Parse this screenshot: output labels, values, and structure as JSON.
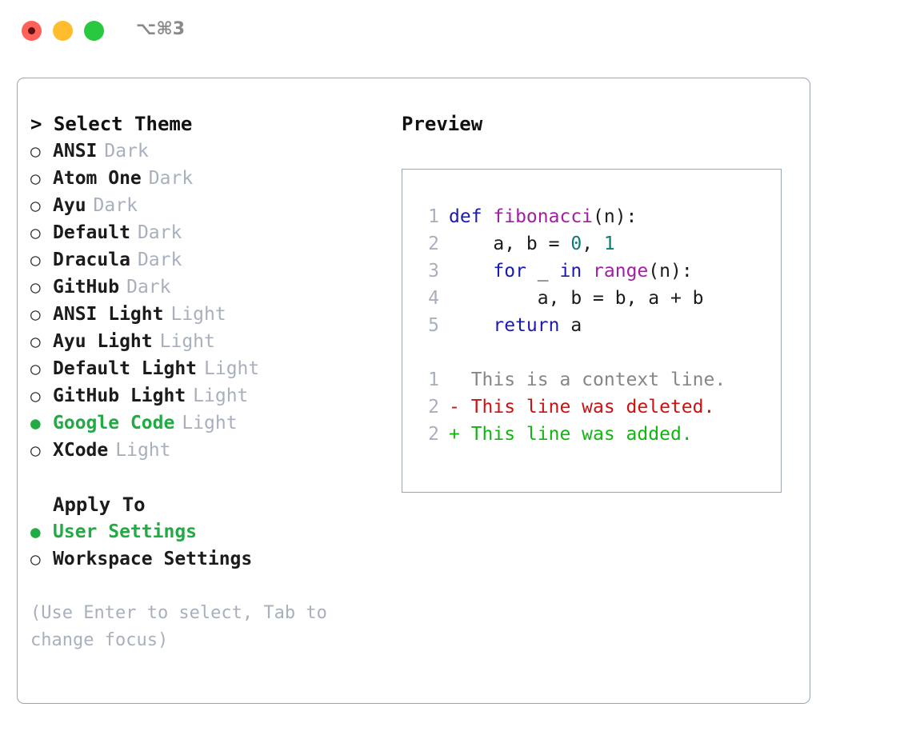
{
  "titlebar": {
    "shortcut": "⌥⌘3",
    "lights": [
      {
        "name": "close",
        "color": "#ff6159",
        "recording": true
      },
      {
        "name": "minimize",
        "color": "#ffbd2e",
        "recording": false
      },
      {
        "name": "zoom",
        "color": "#28c840",
        "recording": false
      }
    ]
  },
  "theme_picker": {
    "heading": "> Select Theme",
    "items": [
      {
        "bullet": "○",
        "name": "ANSI",
        "kind": "Dark",
        "selected": false
      },
      {
        "bullet": "○",
        "name": "Atom One",
        "kind": "Dark",
        "selected": false
      },
      {
        "bullet": "○",
        "name": "Ayu",
        "kind": "Dark",
        "selected": false
      },
      {
        "bullet": "○",
        "name": "Default",
        "kind": "Dark",
        "selected": false
      },
      {
        "bullet": "○",
        "name": "Dracula",
        "kind": "Dark",
        "selected": false
      },
      {
        "bullet": "○",
        "name": "GitHub",
        "kind": "Dark",
        "selected": false
      },
      {
        "bullet": "○",
        "name": "ANSI Light",
        "kind": "Light",
        "selected": false
      },
      {
        "bullet": "○",
        "name": "Ayu Light",
        "kind": "Light",
        "selected": false
      },
      {
        "bullet": "○",
        "name": "Default Light",
        "kind": "Light",
        "selected": false
      },
      {
        "bullet": "○",
        "name": "GitHub Light",
        "kind": "Light",
        "selected": false
      },
      {
        "bullet": "●",
        "name": "Google Code",
        "kind": "Light",
        "selected": true
      },
      {
        "bullet": "○",
        "name": "XCode",
        "kind": "Light",
        "selected": false
      }
    ]
  },
  "apply_to": {
    "heading": "Apply To",
    "items": [
      {
        "bullet": "●",
        "name": "User Settings",
        "selected": true
      },
      {
        "bullet": "○",
        "name": "Workspace Settings",
        "selected": false
      }
    ]
  },
  "hint": "(Use Enter to select, Tab to change focus)",
  "preview": {
    "title": "Preview",
    "code_lines": [
      {
        "no": "1",
        "segments": [
          {
            "t": "def ",
            "c": "kw"
          },
          {
            "t": "fibonacci",
            "c": "fn"
          },
          {
            "t": "(n):",
            "c": "pl"
          }
        ]
      },
      {
        "no": "2",
        "segments": [
          {
            "t": "    a, b = ",
            "c": "pl"
          },
          {
            "t": "0",
            "c": "num"
          },
          {
            "t": ", ",
            "c": "pl"
          },
          {
            "t": "1",
            "c": "num"
          }
        ]
      },
      {
        "no": "3",
        "segments": [
          {
            "t": "    ",
            "c": "pl"
          },
          {
            "t": "for",
            "c": "kw"
          },
          {
            "t": " _ ",
            "c": "pl"
          },
          {
            "t": "in",
            "c": "kw"
          },
          {
            "t": " ",
            "c": "pl"
          },
          {
            "t": "range",
            "c": "fn"
          },
          {
            "t": "(n):",
            "c": "pl"
          }
        ]
      },
      {
        "no": "4",
        "segments": [
          {
            "t": "        a, b = b, a + b",
            "c": "pl"
          }
        ]
      },
      {
        "no": "5",
        "segments": [
          {
            "t": "    ",
            "c": "pl"
          },
          {
            "t": "return",
            "c": "kw"
          },
          {
            "t": " a",
            "c": "pl"
          }
        ]
      }
    ],
    "diff_lines": [
      {
        "no": "1",
        "marker": "  ",
        "text": "This is a context line.",
        "kind": "ctx"
      },
      {
        "no": "2",
        "marker": "- ",
        "text": "This line was deleted.",
        "kind": "del"
      },
      {
        "no": "2",
        "marker": "+ ",
        "text": "This line was added.",
        "kind": "add"
      }
    ]
  },
  "colors": {
    "accent_green": "#22aa44",
    "muted": "#a8b0bd",
    "border": "#9aa5b4",
    "keyword": "#1a1ab0",
    "function": "#a020a0",
    "number": "#067d77",
    "diff_add": "#11b511",
    "diff_del": "#cc1111"
  }
}
